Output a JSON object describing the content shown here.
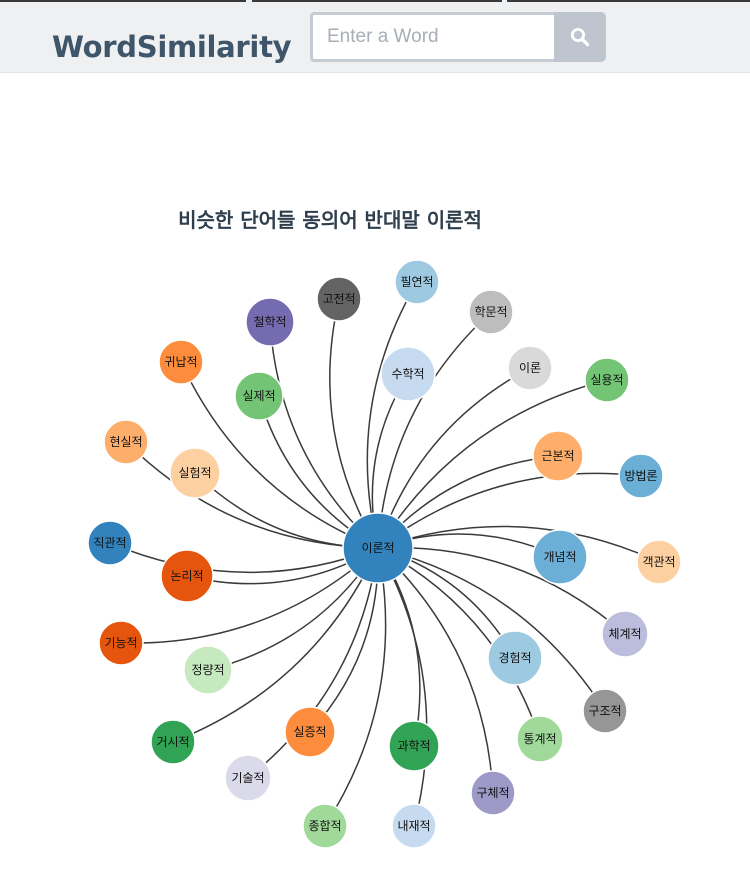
{
  "header": {
    "logo": "WordSimilarity",
    "search_placeholder": "Enter a Word",
    "search_icon": "magnifier-icon"
  },
  "page": {
    "title": "비슷한 단어들 동의어 반대말 이론적"
  },
  "graph": {
    "center": {
      "label": "이론적",
      "color": "#3182bd"
    },
    "link_color": "#3a3a3a",
    "nodes": [
      {
        "label": "필연적",
        "color": "#9ecae1"
      },
      {
        "label": "학문적",
        "color": "#bdbdbd"
      },
      {
        "label": "고전적",
        "color": "#636363"
      },
      {
        "label": "철학적",
        "color": "#756bb1"
      },
      {
        "label": "수학적",
        "color": "#c6dbef"
      },
      {
        "label": "이론",
        "color": "#d9d9d9"
      },
      {
        "label": "실용적",
        "color": "#74c476"
      },
      {
        "label": "귀납적",
        "color": "#fd8d3c"
      },
      {
        "label": "실제적",
        "color": "#74c476"
      },
      {
        "label": "근본적",
        "color": "#fdae6b"
      },
      {
        "label": "방법론",
        "color": "#6baed6"
      },
      {
        "label": "현실적",
        "color": "#fdae6b"
      },
      {
        "label": "실험적",
        "color": "#fdd0a2"
      },
      {
        "label": "개념적",
        "color": "#6baed6"
      },
      {
        "label": "객관적",
        "color": "#fdd0a2"
      },
      {
        "label": "직관적",
        "color": "#3182bd"
      },
      {
        "label": "논리적",
        "color": "#e6550d"
      },
      {
        "label": "체계적",
        "color": "#bcbddc"
      },
      {
        "label": "기능적",
        "color": "#e6550d"
      },
      {
        "label": "정량적",
        "color": "#c7e9c0"
      },
      {
        "label": "경험적",
        "color": "#9ecae1"
      },
      {
        "label": "구조적",
        "color": "#969696"
      },
      {
        "label": "거시적",
        "color": "#31a354"
      },
      {
        "label": "실증적",
        "color": "#fd8d3c"
      },
      {
        "label": "통계적",
        "color": "#a1d99b"
      },
      {
        "label": "과학적",
        "color": "#31a354"
      },
      {
        "label": "기술적",
        "color": "#dadaeb"
      },
      {
        "label": "구체적",
        "color": "#9e9ac8"
      },
      {
        "label": "종합적",
        "color": "#a1d99b"
      },
      {
        "label": "내재적",
        "color": "#c6dbef"
      }
    ]
  }
}
